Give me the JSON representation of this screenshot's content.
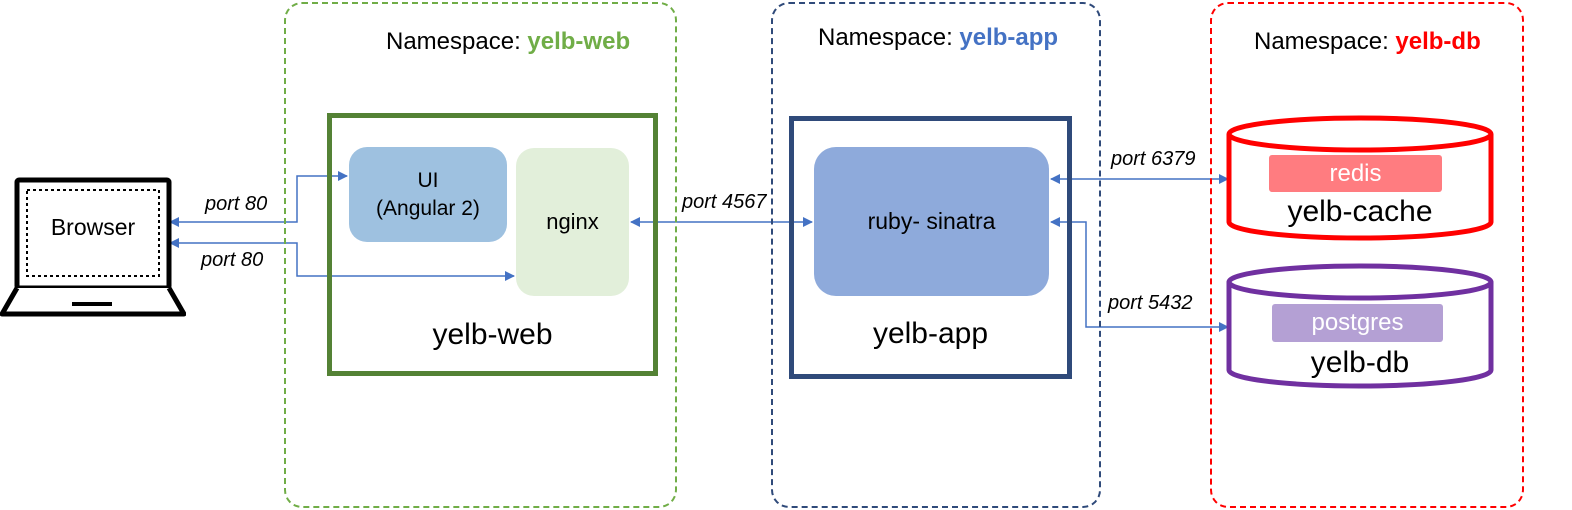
{
  "namespaces": {
    "web": {
      "prefix": "Namespace: ",
      "name": "yelb-web",
      "color": "#70ad47"
    },
    "app": {
      "prefix": "Namespace: ",
      "name": "yelb-app",
      "color": "#4472c4"
    },
    "db": {
      "prefix": "Namespace: ",
      "name": "yelb-db",
      "color": "#ff0000"
    }
  },
  "browser": {
    "label": "Browser"
  },
  "web": {
    "ui_line1": "UI",
    "ui_line2": "(Angular 2)",
    "nginx": "nginx",
    "label": "yelb-web"
  },
  "app": {
    "service": "ruby- sinatra",
    "label": "yelb-app"
  },
  "cache": {
    "badge": "redis",
    "label": "yelb-cache",
    "color": "#ff0000",
    "badge_color": "#ff7c80"
  },
  "database": {
    "badge": "postgres",
    "label": "yelb-db",
    "color": "#7030a0",
    "badge_color": "#b4a0d4"
  },
  "ports": {
    "browser_ui": "port 80",
    "browser_nginx": "port 80",
    "nginx_app": "port 4567",
    "app_redis": "port 6379",
    "app_postgres": "port 5432"
  }
}
